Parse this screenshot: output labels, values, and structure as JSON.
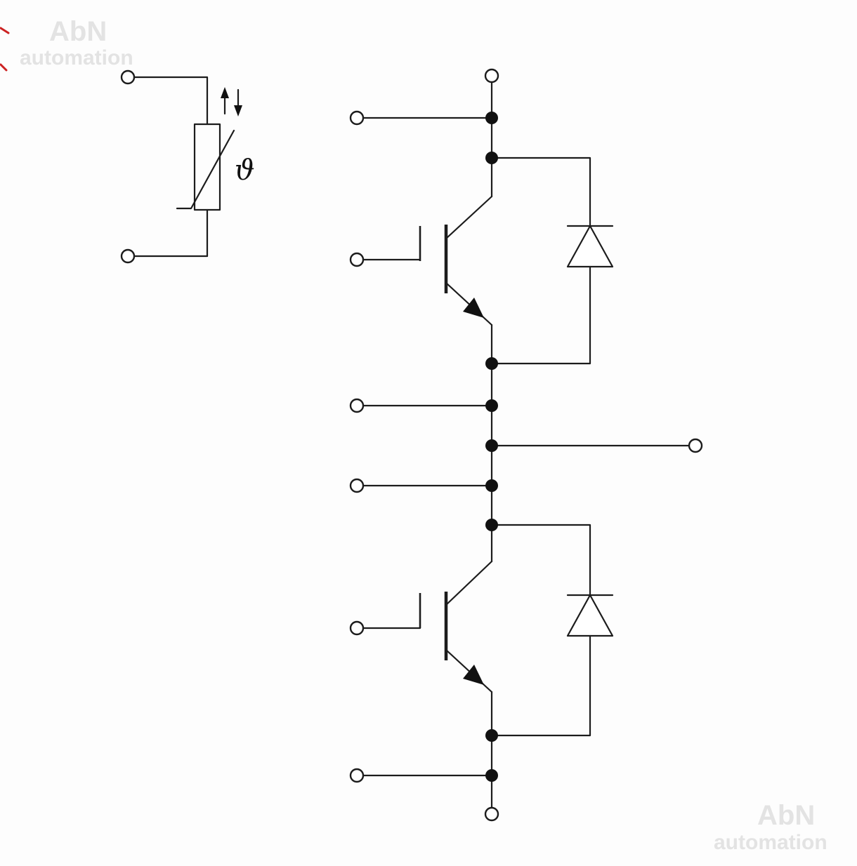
{
  "watermark": {
    "brand": "AbN",
    "sub": "automation"
  },
  "thermistor": {
    "label": "ϑ"
  },
  "colors": {
    "line": "#1c1c1c",
    "watermark": "#e3e3e3",
    "background": "#fdfdfd",
    "artifact_red": "#cc2222"
  },
  "diagram": {
    "type": "circuit-schematic",
    "description": "IGBT half-bridge power module: two IGBTs in series with anti-parallel freewheeling diodes, center AC output tap, and a separate NTC thermistor temperature sensor",
    "components": [
      {
        "id": "ntc-thermistor",
        "symbol": "thermistor",
        "label": "ϑ"
      },
      {
        "id": "igbt-high-side",
        "symbol": "igbt"
      },
      {
        "id": "freewheel-diode-high-side",
        "symbol": "diode"
      },
      {
        "id": "igbt-low-side",
        "symbol": "igbt"
      },
      {
        "id": "freewheel-diode-low-side",
        "symbol": "diode"
      }
    ],
    "terminal_count": 10
  }
}
